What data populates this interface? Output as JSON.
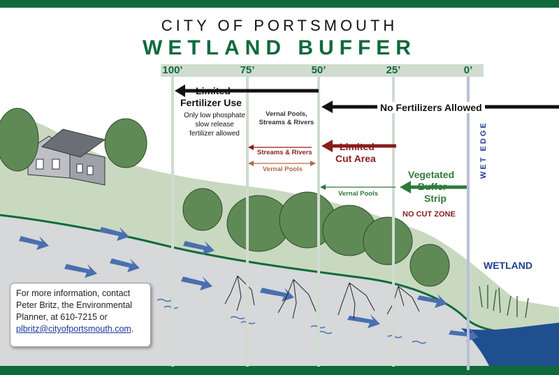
{
  "header": {
    "city": "CITY OF PORTSMOUTH",
    "title": "WETLAND BUFFER"
  },
  "distance_ticks": [
    "100’",
    "75’",
    "50’",
    "25’",
    "0’"
  ],
  "zones": {
    "limited_fertilizer": {
      "title_line1": "Limited",
      "title_line2": "Fertilizer Use",
      "note_line1": "Only low phosphate",
      "note_line2": "slow release",
      "note_line3": "fertilizer allowed"
    },
    "no_fertilizer": {
      "title": "No Fertilizers Allowed",
      "sub_line1": "Vernal Pools,",
      "sub_line2": "Streams & Rivers"
    },
    "limited_cut": {
      "title_line1": "Limited",
      "title_line2": "Cut Area",
      "streams_label": "Streams & Rivers",
      "vernal_label": "Vernal Pools"
    },
    "vegetated_buffer": {
      "title_line1": "Vegetated",
      "title_line2": "Buffer",
      "title_line3": "Strip",
      "vernal_label": "Vernal Pools",
      "no_cut": "NO CUT ZONE"
    }
  },
  "wet_edge_label": "WET EDGE",
  "wetland_label": "WETLAND",
  "info_box": {
    "line1": "For more information, contact",
    "line2": "Peter Britz, the Environmental",
    "line3": "Planner, at 610-7215 or",
    "email": "plbritz@cityofportsmouth.com",
    "email_suffix": "."
  },
  "colors": {
    "brand_green": "#0e6a3b",
    "black_arrow": "#111111",
    "cut_red": "#8a1c1c",
    "vernal_brown": "#b4694a",
    "veg_green": "#2f7a3c",
    "wetland_blue": "#1f3f8a"
  }
}
